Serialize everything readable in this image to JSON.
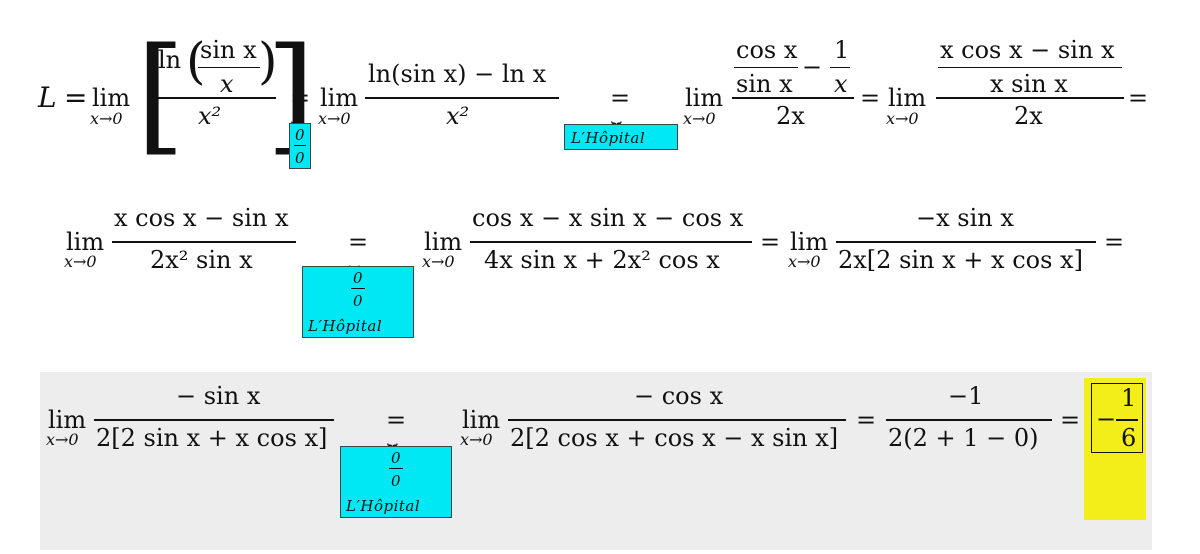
{
  "lim": "lim",
  "sub": "x→0",
  "eq": "=",
  "minus": "−",
  "labels": {
    "zero_over_zero_num": "0",
    "zero_over_zero_den": "0",
    "lhopital": "L′Hôpital"
  },
  "row1": {
    "L": "L",
    "ln": "ln",
    "sin_x": "sin x",
    "x": "x",
    "x2": "x²",
    "num2": "ln(sin x) − ln x",
    "den2": "x²",
    "cos_x": "cos x",
    "one": "1",
    "two_x": "2x",
    "num4": "x cos x − sin x",
    "num4b": "x sin x",
    "den4": "2x"
  },
  "row2": {
    "num1": "x cos x − sin x",
    "den1": "2x² sin x",
    "num2": "cos x − x sin x − cos x",
    "den2": "4x sin x + 2x² cos x",
    "num3": "−x sin x",
    "den3": "2x[2 sin x + x cos x]"
  },
  "row3": {
    "num1": "− sin x",
    "den1": "2[2 sin x + x cos x]",
    "num2": "− cos x",
    "den2": "2[2 cos x + cos x − x sin x]",
    "num3": "−1",
    "den3": "2(2 + 1 − 0)",
    "ans_minus": "−",
    "ans_num": "1",
    "ans_den": "6"
  },
  "colors": {
    "label_bg": "#00e8f4",
    "answer_bg": "#f3ee1a",
    "row3_bg": "#ededed"
  }
}
